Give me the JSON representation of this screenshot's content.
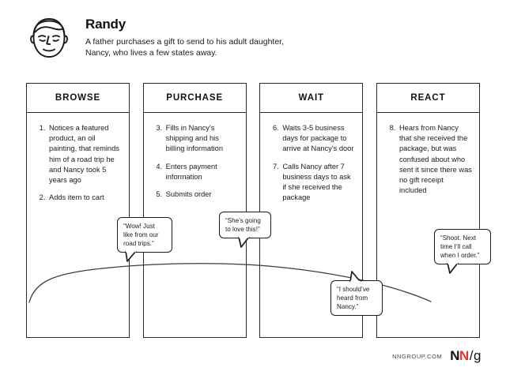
{
  "persona": {
    "name": "Randy",
    "description": "A father purchases a gift to send to his adult daughter, Nancy, who lives a few states away.",
    "avatar_icon": "male-face-avatar-icon"
  },
  "stages": [
    {
      "title": "BROWSE",
      "steps": [
        "Notices a featured product, an oil painting, that reminds him of a road trip he and Nancy took 5 years ago",
        "Adds item to cart"
      ]
    },
    {
      "title": "PURCHASE",
      "steps": [
        "Fills in Nancy's shipping and his billing information",
        "Enters payment information",
        "Submits order"
      ]
    },
    {
      "title": "WAIT",
      "steps": [
        "Waits 3-5 business days for package to arrive at Nancy's door",
        "Calls Nancy after 7 business days to ask if she received the package"
      ]
    },
    {
      "title": "REACT",
      "steps": [
        "Hears from Nancy that she received the package, but was confused about who sent it since there was no gift receipt included"
      ]
    }
  ],
  "quotes": [
    {
      "text": "“Wow! Just like from our road trips.”"
    },
    {
      "text": "“She’s going to love this!”"
    },
    {
      "text": "“I should’ve heard from Nancy.”"
    },
    {
      "text": "“Shoot. Next time I’ll call when I order.”"
    }
  ],
  "footer": {
    "site": "NNGROUP.COM",
    "logo_n1": "N",
    "logo_n2": "N",
    "logo_slash": "/",
    "logo_g": "g"
  },
  "colors": {
    "line": "#2b2b2b",
    "text": "#1b1b1b",
    "accent_red": "#e8312a",
    "background": "#ffffff"
  },
  "chart_data": {
    "type": "line",
    "title": "Customer Journey Emotion Curve",
    "xlabel": "",
    "ylabel": "",
    "grid": false,
    "legend": null,
    "categories": [
      "BROWSE",
      "PURCHASE",
      "WAIT",
      "REACT"
    ],
    "x": [
      38,
      100,
      170,
      250,
      330,
      420,
      500,
      560,
      600
    ],
    "y": [
      382,
      360,
      350,
      344,
      338,
      342,
      355,
      372,
      386
    ],
    "description": "Emotion line rises sharply at the start of BROWSE, plateaus high through PURCHASE, peaks near the start of WAIT, then declines steadily through WAIT and drops into REACT.",
    "ylim": [
      330,
      395
    ]
  }
}
